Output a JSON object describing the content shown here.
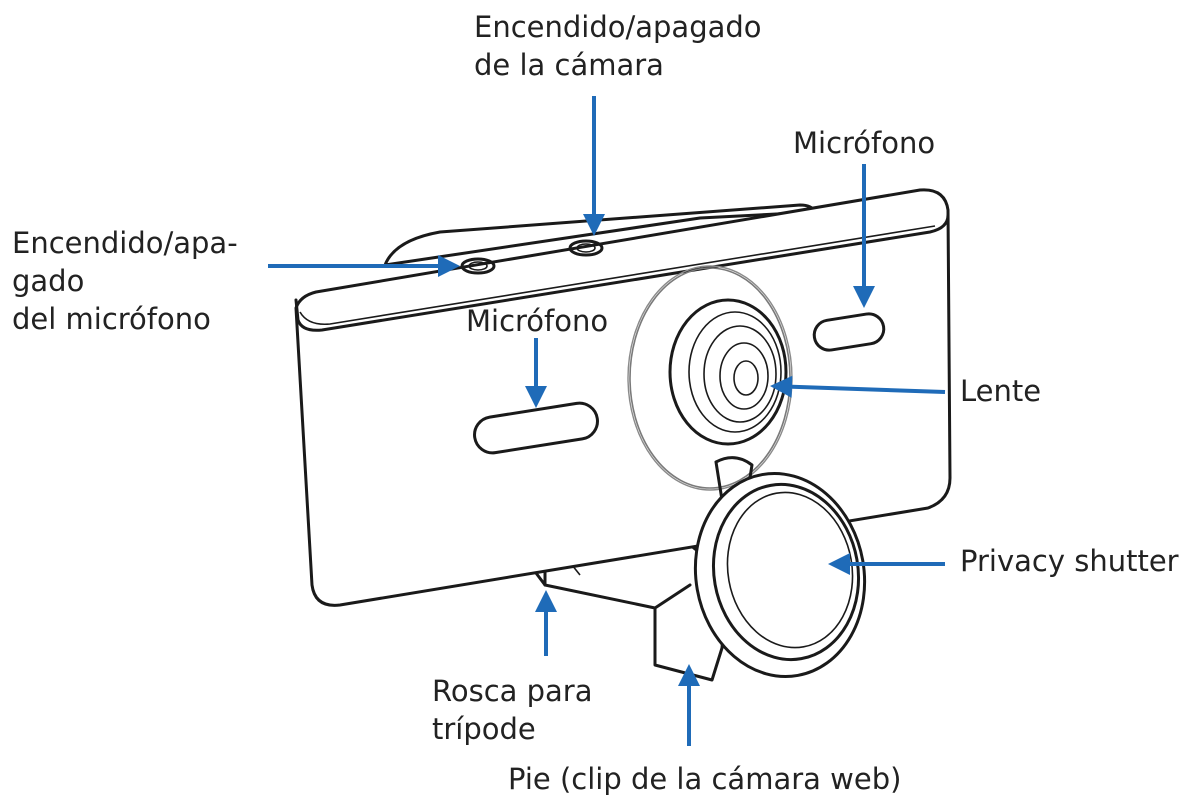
{
  "diagram": {
    "arrow_color": "#1f6bb8",
    "labels": {
      "camera_power": [
        "Encendido/apagado",
        "de la cámara"
      ],
      "microphone_top_right": [
        "Micrófono"
      ],
      "mic_power": [
        "Encendido/apa-",
        "gado",
        "del micrófono"
      ],
      "microphone_front": [
        "Micrófono"
      ],
      "lens": [
        "Lente"
      ],
      "privacy_shutter": [
        "Privacy shutter"
      ],
      "tripod_thread": [
        "Rosca para",
        "trípode"
      ],
      "foot_clip": [
        "Pie (clip de la cámara web)"
      ]
    }
  }
}
